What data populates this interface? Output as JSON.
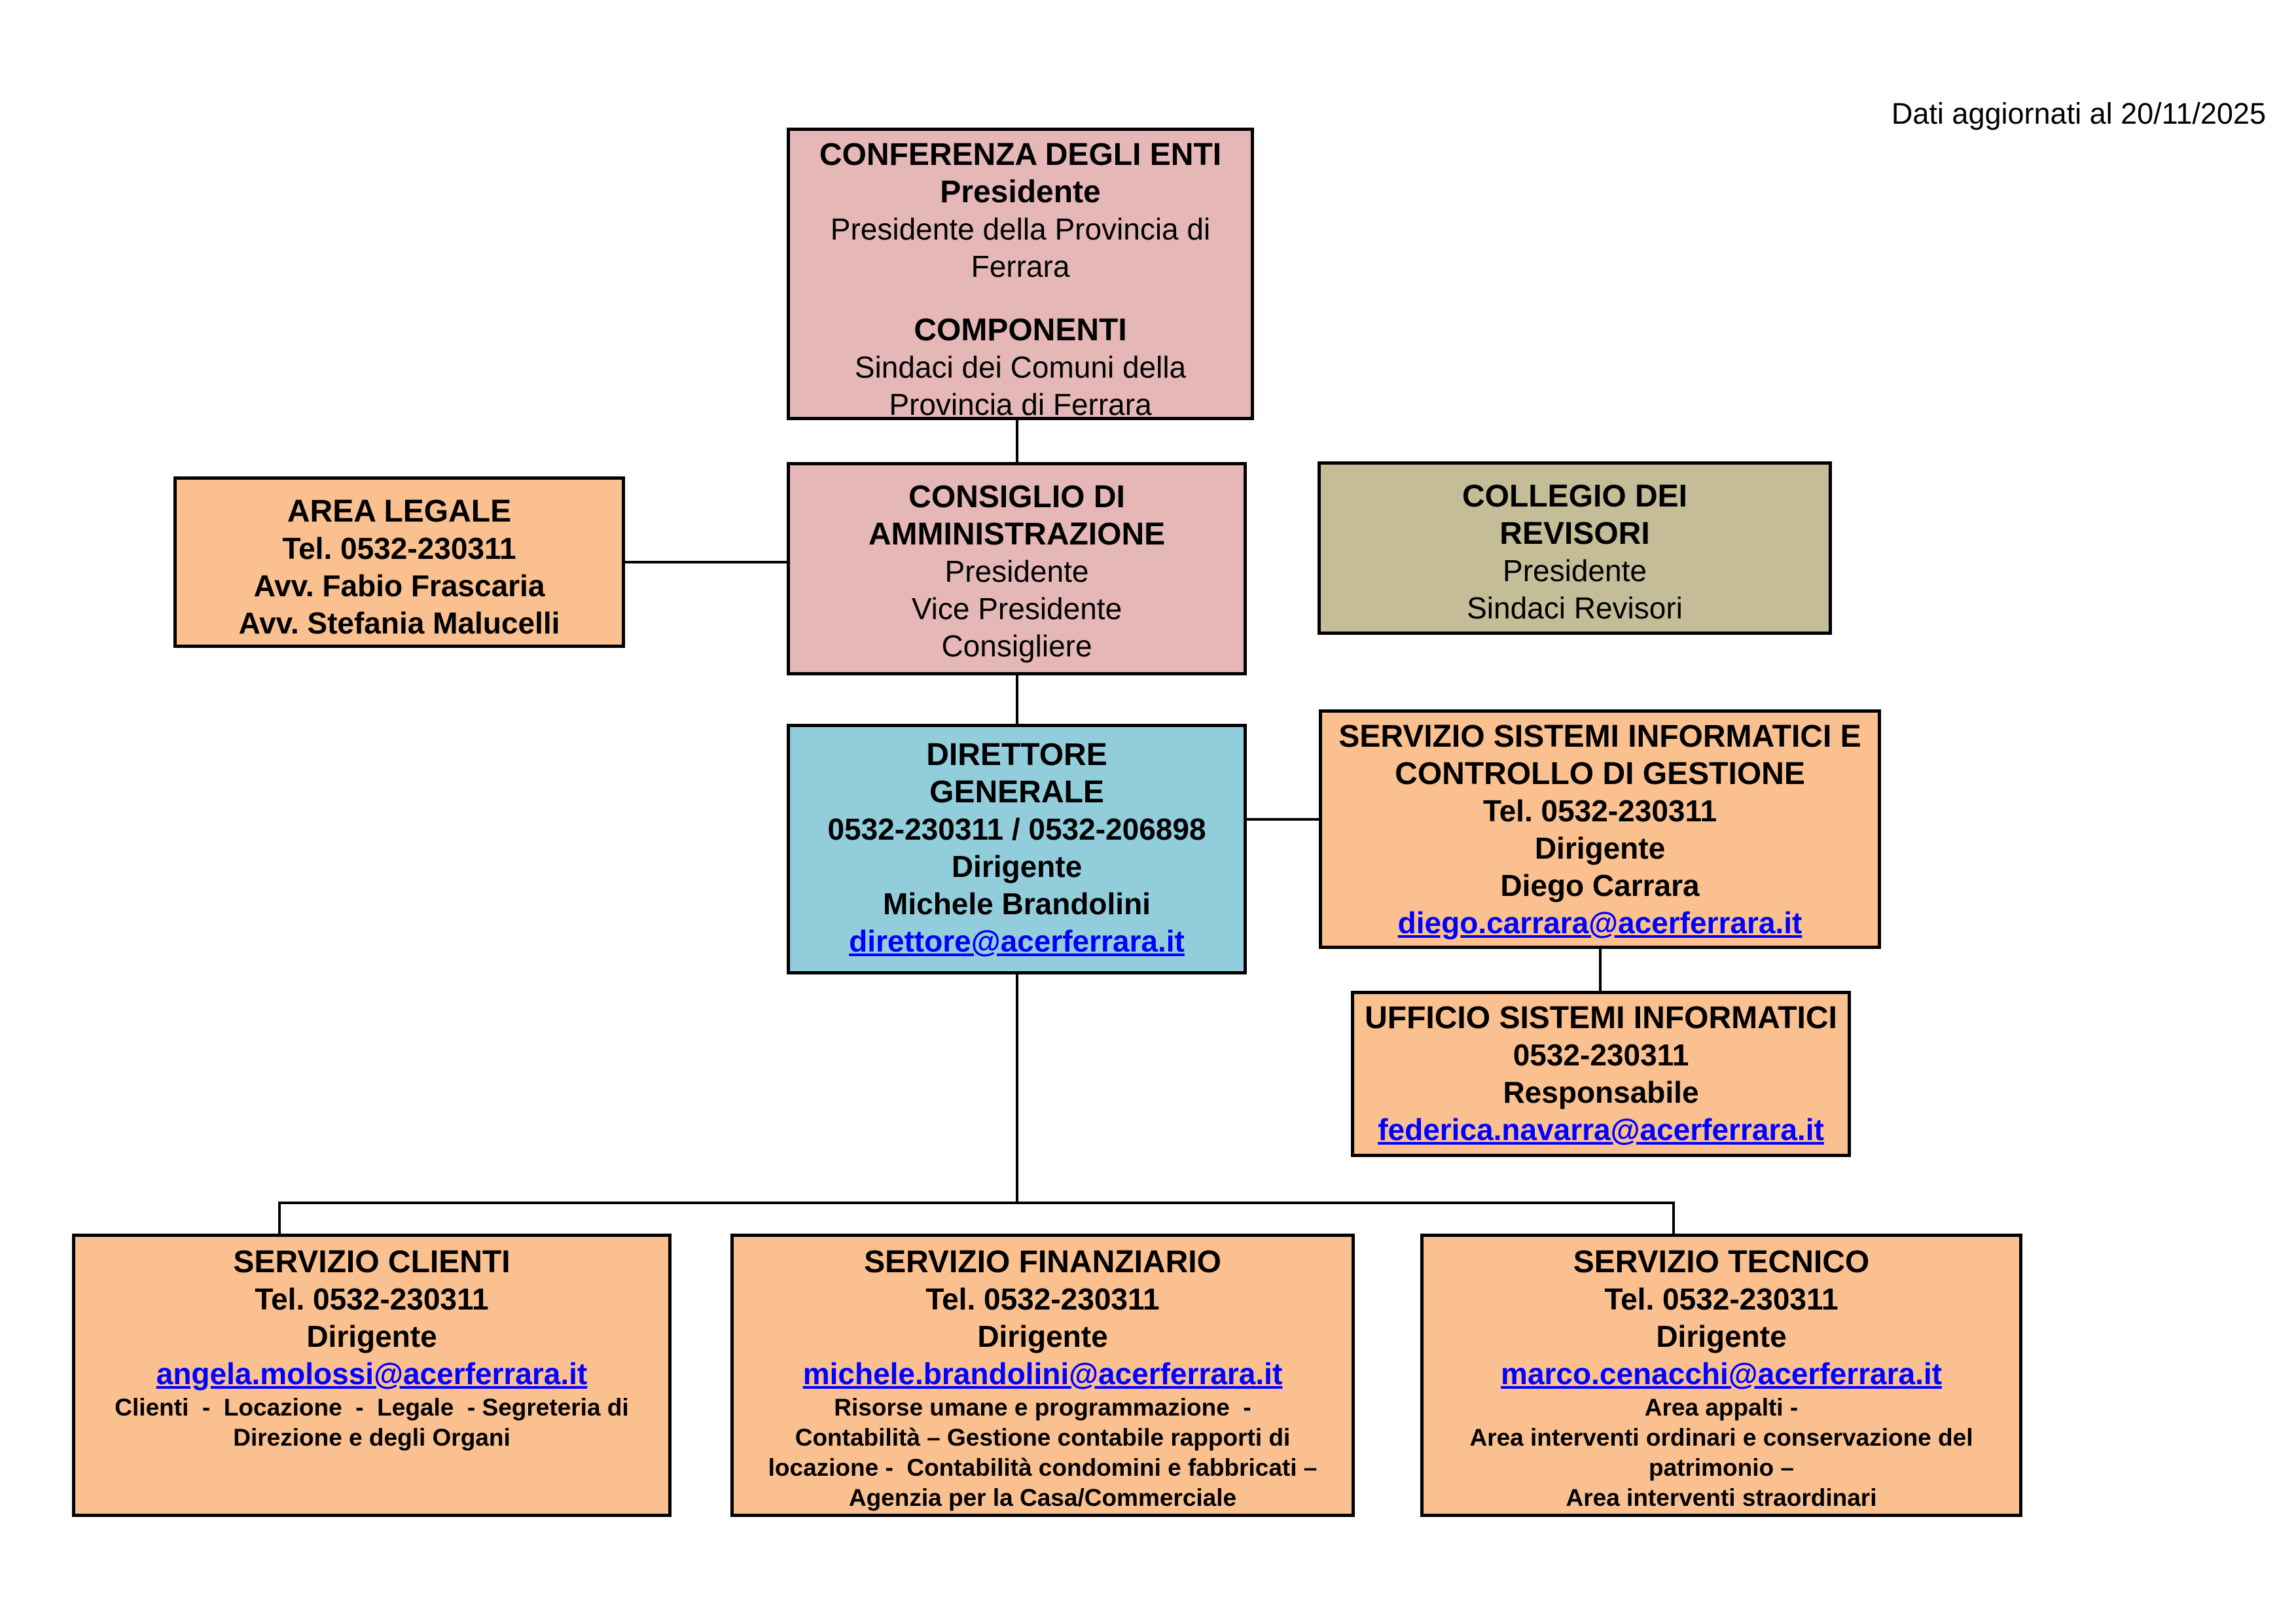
{
  "meta": {
    "updated": "Dati aggiornati al 20/11/2025"
  },
  "colors": {
    "pink": "#E5B8B7",
    "orange": "#FAC090",
    "olive": "#C4BD97",
    "blue": "#92CDDC",
    "link": "#0000FF",
    "border": "#000000"
  },
  "boxes": {
    "conferenza": {
      "title": "CONFERENZA DEGLI ENTI",
      "president_label": "Presidente",
      "president": "Presidente della Provincia di\nFerrara",
      "members_label": "COMPONENTI",
      "members": "Sindaci dei Comuni della\nProvincia di Ferrara"
    },
    "area_legale": {
      "title": "AREA LEGALE",
      "tel": "Tel. 0532-230311",
      "person1": "Avv. Fabio Frascaria",
      "person2": "Avv. Stefania Malucelli"
    },
    "consiglio": {
      "title": "CONSIGLIO DI\nAMMINISTRAZIONE",
      "roles": [
        "Presidente",
        "Vice Presidente",
        "Consigliere"
      ]
    },
    "collegio": {
      "title": "COLLEGIO DEI\nREVISORI",
      "roles": [
        "Presidente",
        "Sindaci Revisori"
      ]
    },
    "direttore": {
      "title": "DIRETTORE\nGENERALE",
      "tel": "0532-230311 / 0532-206898",
      "role": "Dirigente",
      "person": "Michele Brandolini",
      "email": "direttore@acerferrara.it"
    },
    "servizio_sistemi": {
      "title": "SERVIZIO SISTEMI INFORMATICI E\nCONTROLLO DI GESTIONE",
      "tel": "Tel. 0532-230311",
      "role": "Dirigente",
      "person": "Diego Carrara",
      "email": "diego.carrara@acerferrara.it"
    },
    "ufficio_sistemi": {
      "title": "UFFICIO SISTEMI INFORMATICI",
      "tel": "0532-230311",
      "role": "Responsabile",
      "email": "federica.navarra@acerferrara.it"
    },
    "servizio_clienti": {
      "title": "SERVIZIO CLIENTI",
      "tel": "Tel. 0532-230311",
      "role": "Dirigente",
      "email": "angela.molossi@acerferrara.it",
      "areas": "Clienti  -  Locazione  -  Legale  - Segreteria di\nDirezione e degli Organi"
    },
    "servizio_finanziario": {
      "title": "SERVIZIO FINANZIARIO",
      "tel": "Tel. 0532-230311",
      "role": "Dirigente",
      "email": "michele.brandolini@acerferrara.it",
      "areas": "Risorse umane e programmazione  -\nContabilità – Gestione contabile rapporti di\nlocazione -  Contabilità condomini e fabbricati –\nAgenzia per la Casa/Commerciale"
    },
    "servizio_tecnico": {
      "title": "SERVIZIO TECNICO",
      "tel": "Tel. 0532-230311",
      "role": "Dirigente",
      "email": "marco.cenacchi@acerferrara.it",
      "areas": "Area appalti -\nArea interventi ordinari e conservazione del\npatrimonio –\nArea interventi straordinari"
    }
  }
}
